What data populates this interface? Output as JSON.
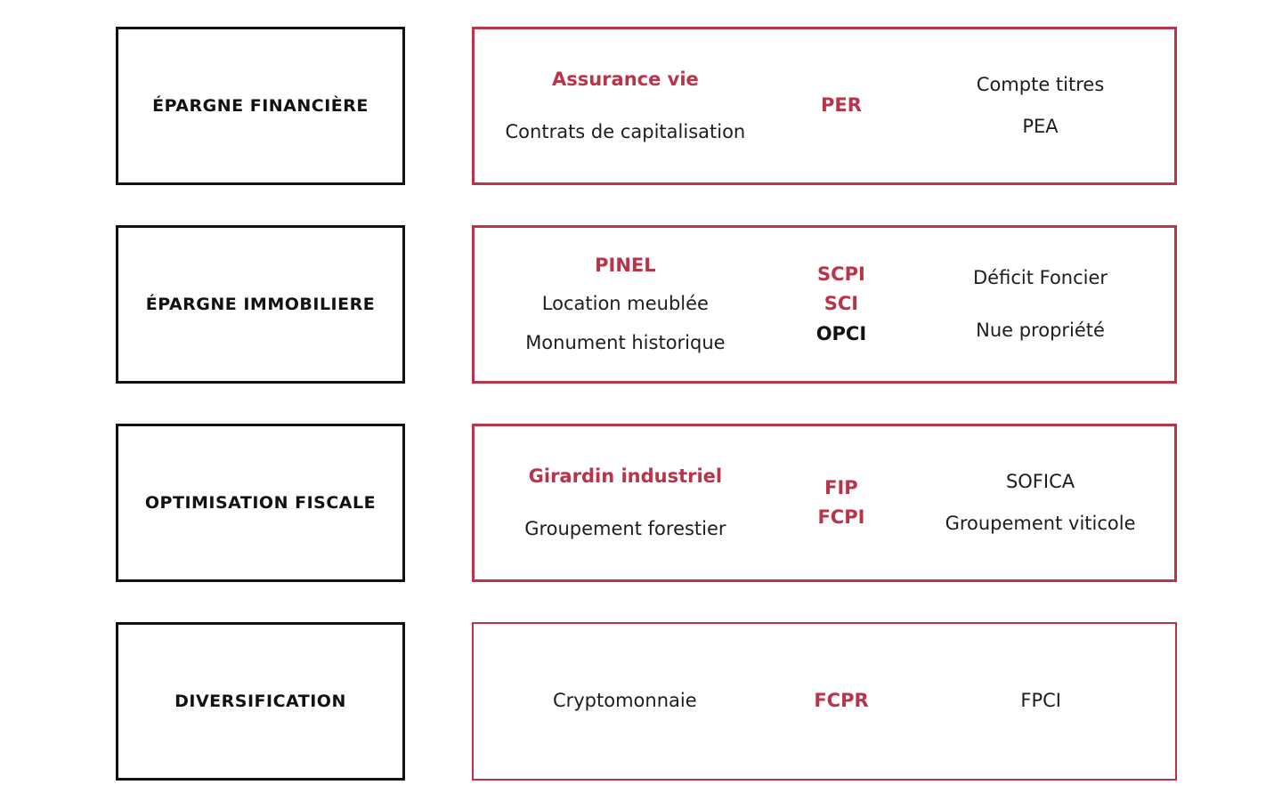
{
  "colors": {
    "accent": "#b93349",
    "text": "#1d1d1f",
    "border_black": "#121212"
  },
  "rows": [
    {
      "category": "ÉPARGNE FINANCIÈRE",
      "columns": [
        {
          "items": [
            {
              "text": "Assurance vie",
              "style": "red-bold"
            },
            {
              "text": "Contrats de capitalisation",
              "style": "plain"
            }
          ]
        },
        {
          "items": [
            {
              "text": "PER",
              "style": "red-bold"
            }
          ]
        },
        {
          "items": [
            {
              "text": "Compte titres",
              "style": "plain"
            },
            {
              "text": "PEA",
              "style": "plain"
            }
          ]
        }
      ]
    },
    {
      "category": "ÉPARGNE IMMOBILIERE",
      "columns": [
        {
          "items": [
            {
              "text": "PINEL",
              "style": "red-bold"
            },
            {
              "text": "Location meublée",
              "style": "plain"
            },
            {
              "text": "Monument historique",
              "style": "plain"
            }
          ]
        },
        {
          "items": [
            {
              "text": "SCPI",
              "style": "red-bold"
            },
            {
              "text": "SCI",
              "style": "red-bold"
            },
            {
              "text": "OPCI",
              "style": "black-bold"
            }
          ]
        },
        {
          "items": [
            {
              "text": "Déficit Foncier",
              "style": "plain"
            },
            {
              "text": "Nue propriété",
              "style": "plain"
            }
          ]
        }
      ]
    },
    {
      "category": "OPTIMISATION FISCALE",
      "columns": [
        {
          "items": [
            {
              "text": "Girardin industriel",
              "style": "red-bold"
            },
            {
              "text": "Groupement forestier",
              "style": "plain"
            }
          ]
        },
        {
          "items": [
            {
              "text": "FIP",
              "style": "red-bold"
            },
            {
              "text": "FCPI",
              "style": "red-bold"
            }
          ]
        },
        {
          "items": [
            {
              "text": "SOFICA",
              "style": "plain"
            },
            {
              "text": "Groupement viticole",
              "style": "plain"
            }
          ]
        }
      ]
    },
    {
      "category": "DIVERSIFICATION",
      "columns": [
        {
          "items": [
            {
              "text": "Cryptomonnaie",
              "style": "plain"
            }
          ]
        },
        {
          "items": [
            {
              "text": "FCPR",
              "style": "red-bold"
            }
          ]
        },
        {
          "items": [
            {
              "text": "FPCI",
              "style": "plain"
            }
          ]
        }
      ]
    }
  ]
}
